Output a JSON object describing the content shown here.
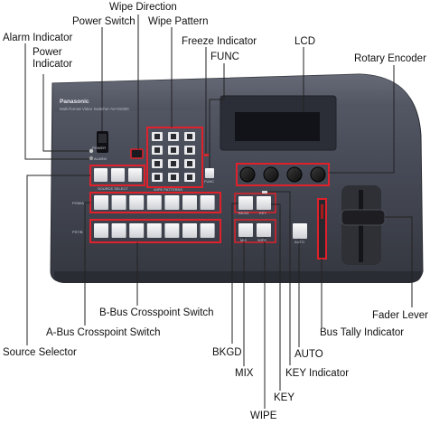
{
  "device": {
    "brand": "Panasonic",
    "model": "Multi-format Video Switcher AV-HS300",
    "panel_labels": {
      "power": "POWER",
      "alarm": "ALARM",
      "source_select": "SOURCE SELECT",
      "wipe_patterns": "WIPE PATTERNS",
      "program": "PGM/A",
      "preset": "PST/B",
      "bkgd": "BKGD",
      "key": "KEY",
      "mix": "MIX",
      "wipe": "WIPE",
      "auto": "AUTO",
      "func": "FUNC"
    }
  },
  "callouts": {
    "wipe_direction": "Wipe Direction",
    "power_switch": "Power Switch",
    "wipe_pattern": "Wipe Pattern",
    "alarm_indicator": "Alarm Indicator",
    "freeze_indicator": "Freeze Indicator",
    "lcd": "LCD",
    "power_indicator": "Power\nIndicator",
    "func": "FUNC",
    "rotary_encoder": "Rotary Encoder",
    "b_bus": "B-Bus Crosspoint Switch",
    "fader_lever": "Fader Lever",
    "a_bus": "A-Bus Crosspoint Switch",
    "bus_tally": "Bus Tally Indicator",
    "source_selector": "Source Selector",
    "bkgd": "BKGD",
    "auto": "AUTO",
    "mix": "MIX",
    "key_indicator": "KEY Indicator",
    "key": "KEY",
    "wipe": "WIPE"
  },
  "colors": {
    "panel": "#3f4350",
    "highlight": "#e0212b",
    "button": "#e6e6e9"
  }
}
